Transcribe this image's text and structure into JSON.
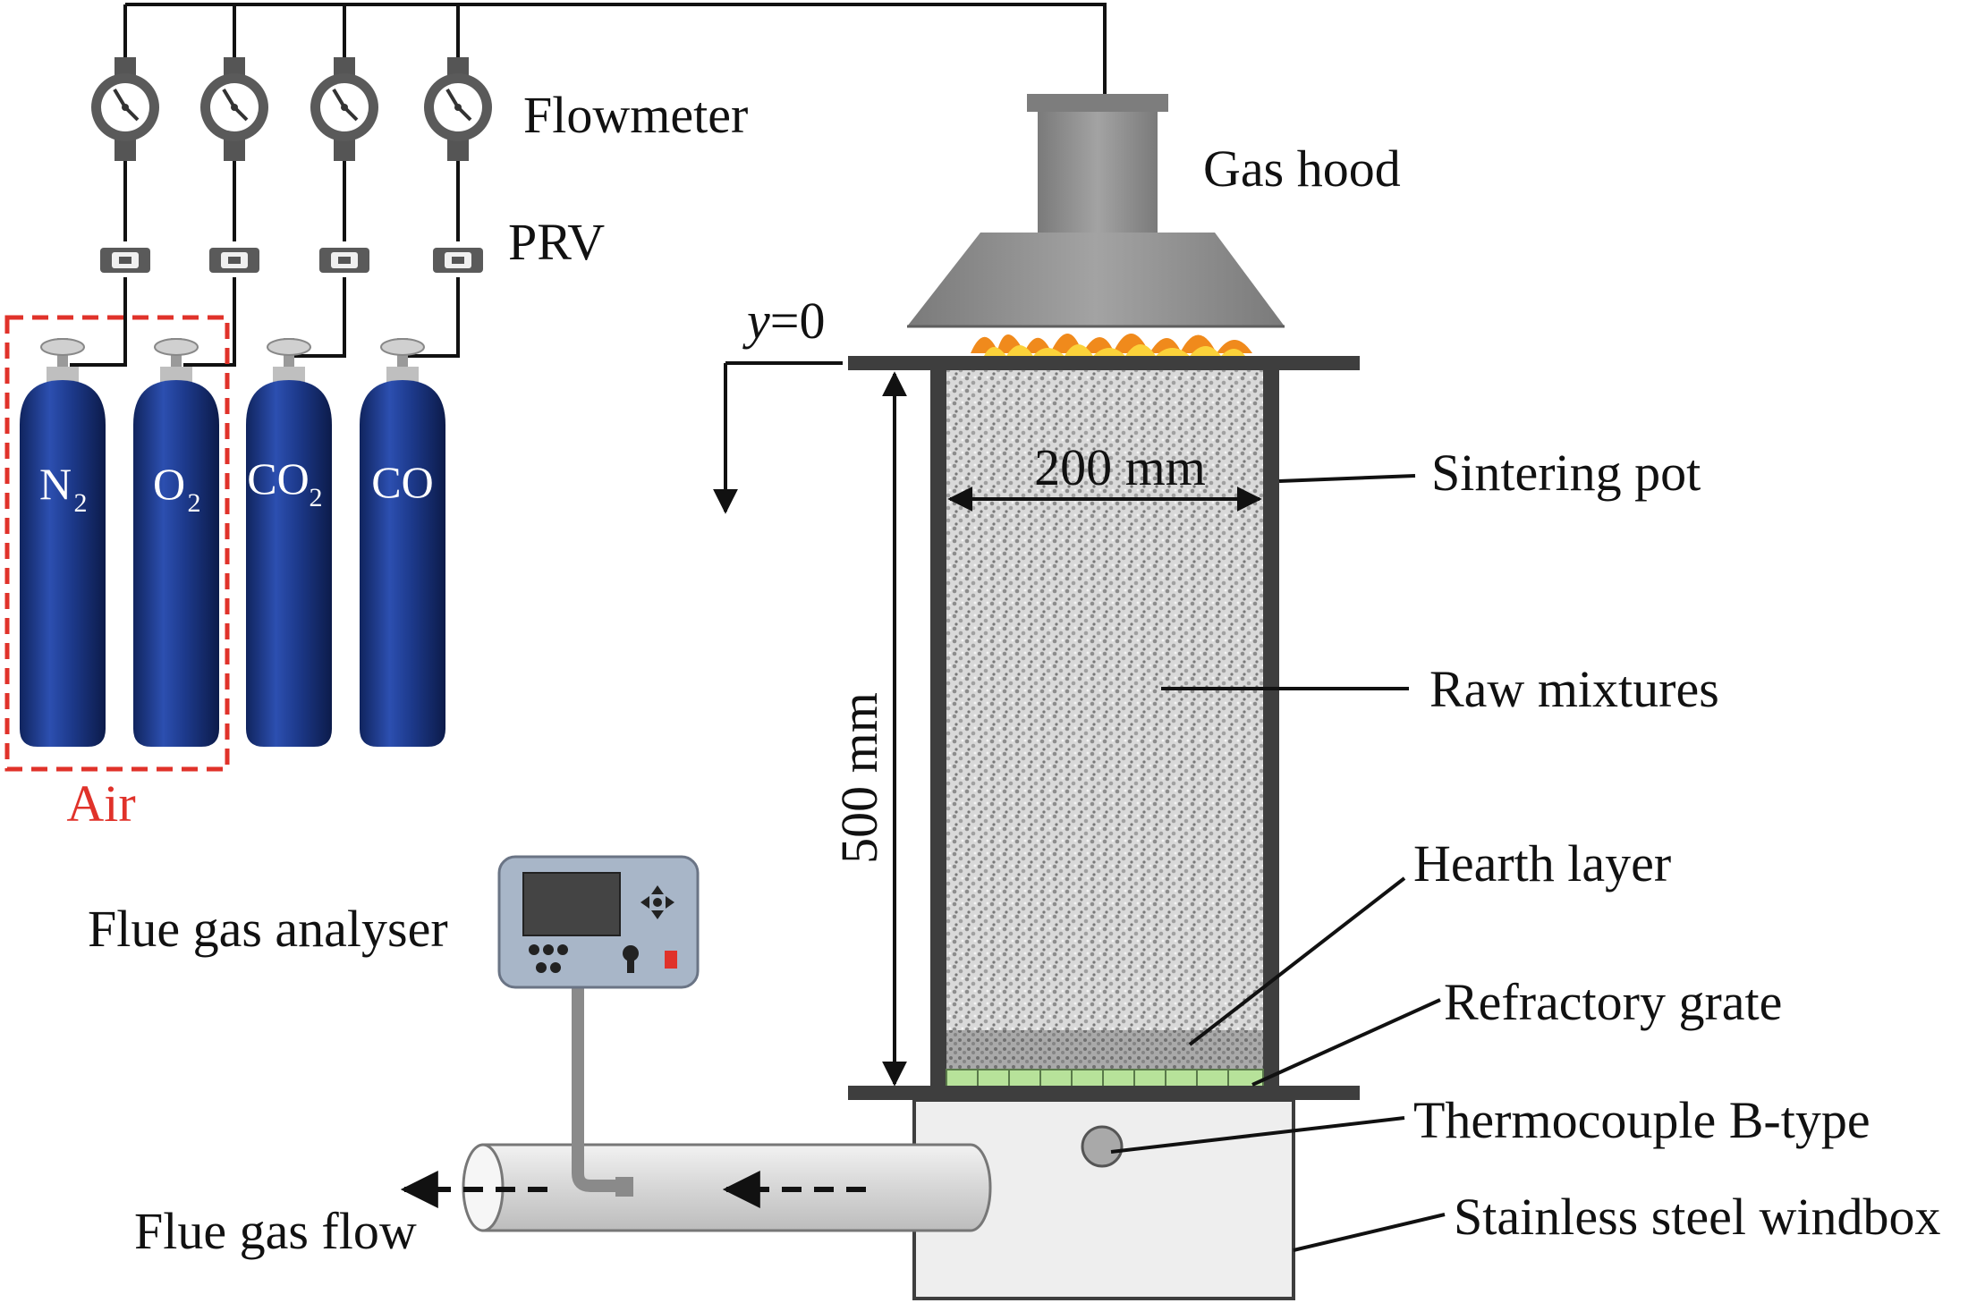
{
  "labels": {
    "flowmeter": "Flowmeter",
    "prv": "PRV",
    "gas_hood": "Gas hood",
    "y_axis": "y",
    "y_zero": "=0",
    "width_dim": "200 mm",
    "height_dim": "500 mm",
    "sintering_pot": "Sintering pot",
    "raw_mixtures": "Raw mixtures",
    "hearth_layer": "Hearth layer",
    "refractory_grate": "Refractory grate",
    "thermocouple": "Thermocouple B-type",
    "windbox": "Stainless steel windbox",
    "flue_gas_analyser": "Flue gas analyser",
    "flue_gas_flow": "Flue gas flow",
    "air": "Air"
  },
  "cylinders": [
    {
      "formula": "N",
      "subscript": "2"
    },
    {
      "formula": "O",
      "subscript": "2"
    },
    {
      "formula": "CO",
      "subscript": "2"
    },
    {
      "formula": "CO",
      "subscript": ""
    }
  ],
  "colors": {
    "cylinder_blue": "#1d3a8c",
    "air_box_red": "#e0322a",
    "grate_green": "#b7e29a",
    "hood_gray": "#8e8e8e",
    "windbox_fill": "#eeeeee",
    "analyser_body": "#a8b6c8"
  }
}
